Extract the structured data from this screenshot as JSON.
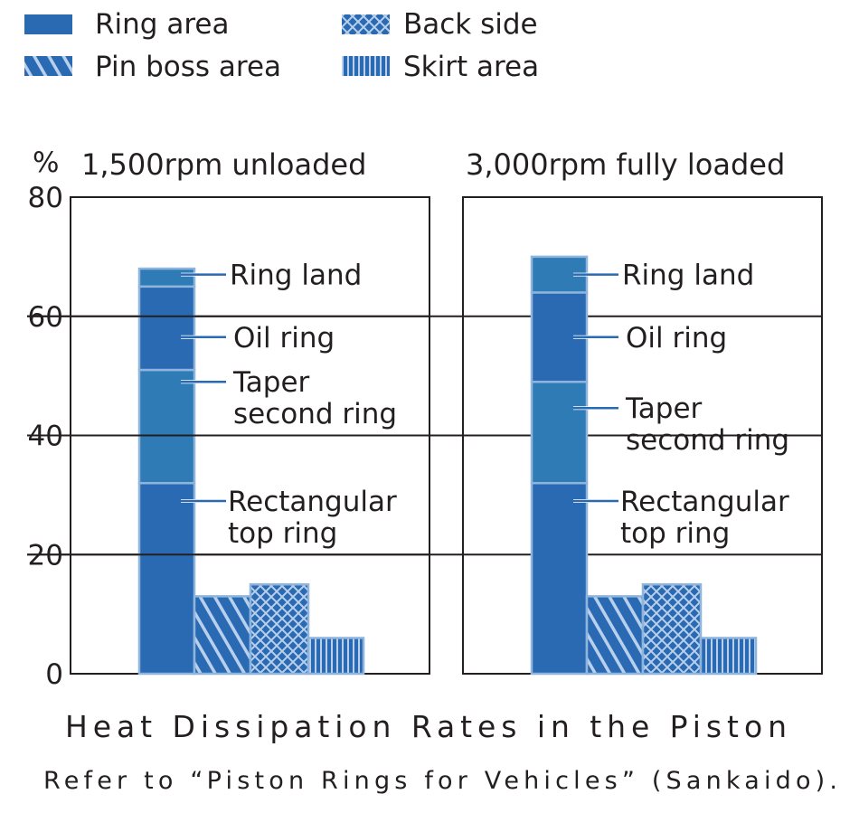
{
  "chart_data": {
    "type": "bar",
    "stacked": true,
    "title": "Heat Dissipation Rates in the Piston",
    "subtitle": "Refer to “Piston Rings for Vehicles” (Sankaido).",
    "ylabel": "%",
    "ylim": [
      0,
      80
    ],
    "yticks": [
      "0",
      "20",
      "40",
      "60",
      "80"
    ],
    "ytick_values": [
      0,
      20,
      40,
      60,
      80
    ],
    "grid": true,
    "legend_position": "top-left",
    "legend": [
      {
        "name": "Ring area",
        "pattern": "solid"
      },
      {
        "name": "Pin boss area",
        "pattern": "diagonal"
      },
      {
        "name": "Back side",
        "pattern": "crosshatch"
      },
      {
        "name": "Skirt area",
        "pattern": "vertical"
      }
    ],
    "categories": [
      "Ring area",
      "Pin boss area",
      "Back side",
      "Skirt area"
    ],
    "panels": [
      {
        "title": "1,500rpm unloaded",
        "ring_area_segments": [
          {
            "name": "Rectangular top ring",
            "label_lines": [
              "Rectangular",
              "top ring"
            ],
            "value": 32
          },
          {
            "name": "Taper second ring",
            "label_lines": [
              "Taper",
              "second ring"
            ],
            "value": 19
          },
          {
            "name": "Oil ring",
            "label_lines": [
              "Oil ring"
            ],
            "value": 14
          },
          {
            "name": "Ring land",
            "label_lines": [
              "Ring land"
            ],
            "value": 3
          }
        ],
        "values": [
          68,
          13,
          15,
          6
        ]
      },
      {
        "title": "3,000rpm fully loaded",
        "ring_area_segments": [
          {
            "name": "Rectangular top ring",
            "label_lines": [
              "Rectangular",
              "top ring"
            ],
            "value": 32
          },
          {
            "name": "Taper second ring",
            "label_lines": [
              "Taper",
              "second ring"
            ],
            "value": 17
          },
          {
            "name": "Oil ring",
            "label_lines": [
              "Oil ring"
            ],
            "value": 15
          },
          {
            "name": "Ring land",
            "label_lines": [
              "Ring land"
            ],
            "value": 6
          }
        ],
        "values": [
          70,
          13,
          15,
          6
        ]
      }
    ],
    "colors": {
      "dark": "#2a6ab3",
      "light": "#2e7bb6",
      "border": "#8fb5dd",
      "callout": "#2a6ab3"
    }
  }
}
